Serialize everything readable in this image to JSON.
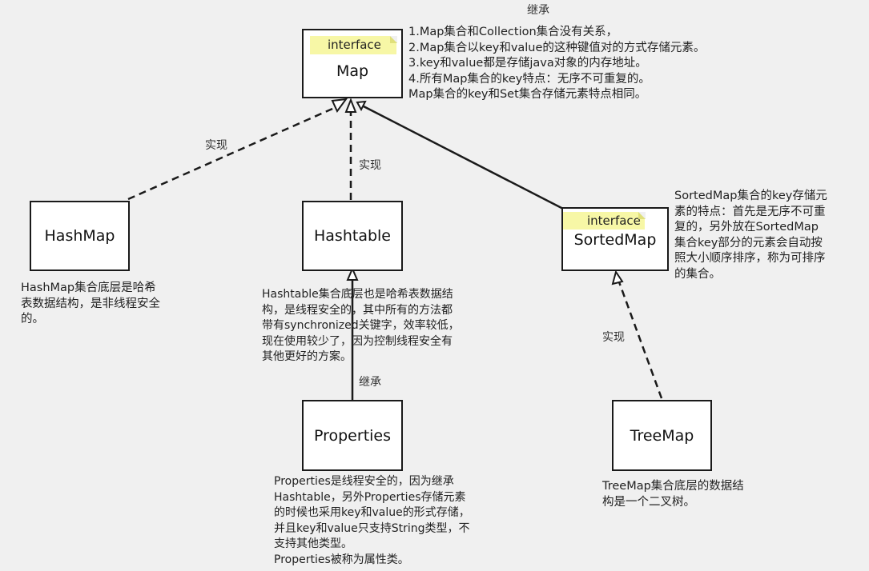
{
  "diagram": {
    "top_label": "继承",
    "nodes": {
      "map": {
        "stereotype": "interface",
        "name": "Map"
      },
      "hashmap": {
        "name": "HashMap"
      },
      "hashtable": {
        "name": "Hashtable"
      },
      "sortedmap": {
        "stereotype": "interface",
        "name": "SortedMap"
      },
      "properties": {
        "name": "Properties"
      },
      "treemap": {
        "name": "TreeMap"
      }
    },
    "edge_labels": {
      "hashmap_impl": "实现",
      "hashtable_impl": "实现",
      "treemap_impl": "实现",
      "properties_extends": "继承"
    },
    "notes": {
      "map": [
        "1.Map集合和Collection集合没有关系，",
        "2.Map集合以key和value的这种键值对的方式存储元素。",
        "3.key和value都是存储java对象的内存地址。",
        "4.所有Map集合的key特点：无序不可重复的。",
        "Map集合的key和Set集合存储元素特点相同。"
      ],
      "sortedmap": [
        "SortedMap集合的key存储元",
        "素的特点：首先是无序不可重",
        "复的，另外放在SortedMap",
        "集合key部分的元素会自动按",
        "照大小顺序排序，称为可排序",
        "的集合。"
      ],
      "hashmap": [
        "HashMap集合底层是哈希",
        "表数据结构，是非线程安全",
        "的。"
      ],
      "hashtable": [
        "Hashtable集合底层也是哈希表数据结",
        "构，是线程安全的，其中所有的方法都",
        "带有synchronized关键字，效率较低，",
        "现在使用较少了，因为控制线程安全有",
        "其他更好的方案。"
      ],
      "properties": [
        "Properties是线程安全的，因为继承",
        "Hashtable，另外Properties存储元素",
        "的时候也采用key和value的形式存储，",
        "并且key和value只支持String类型，不",
        "支持其他类型。",
        "Properties被称为属性类。"
      ],
      "treemap": [
        "TreeMap集合底层的数据结",
        "构是一个二叉树。"
      ]
    }
  }
}
